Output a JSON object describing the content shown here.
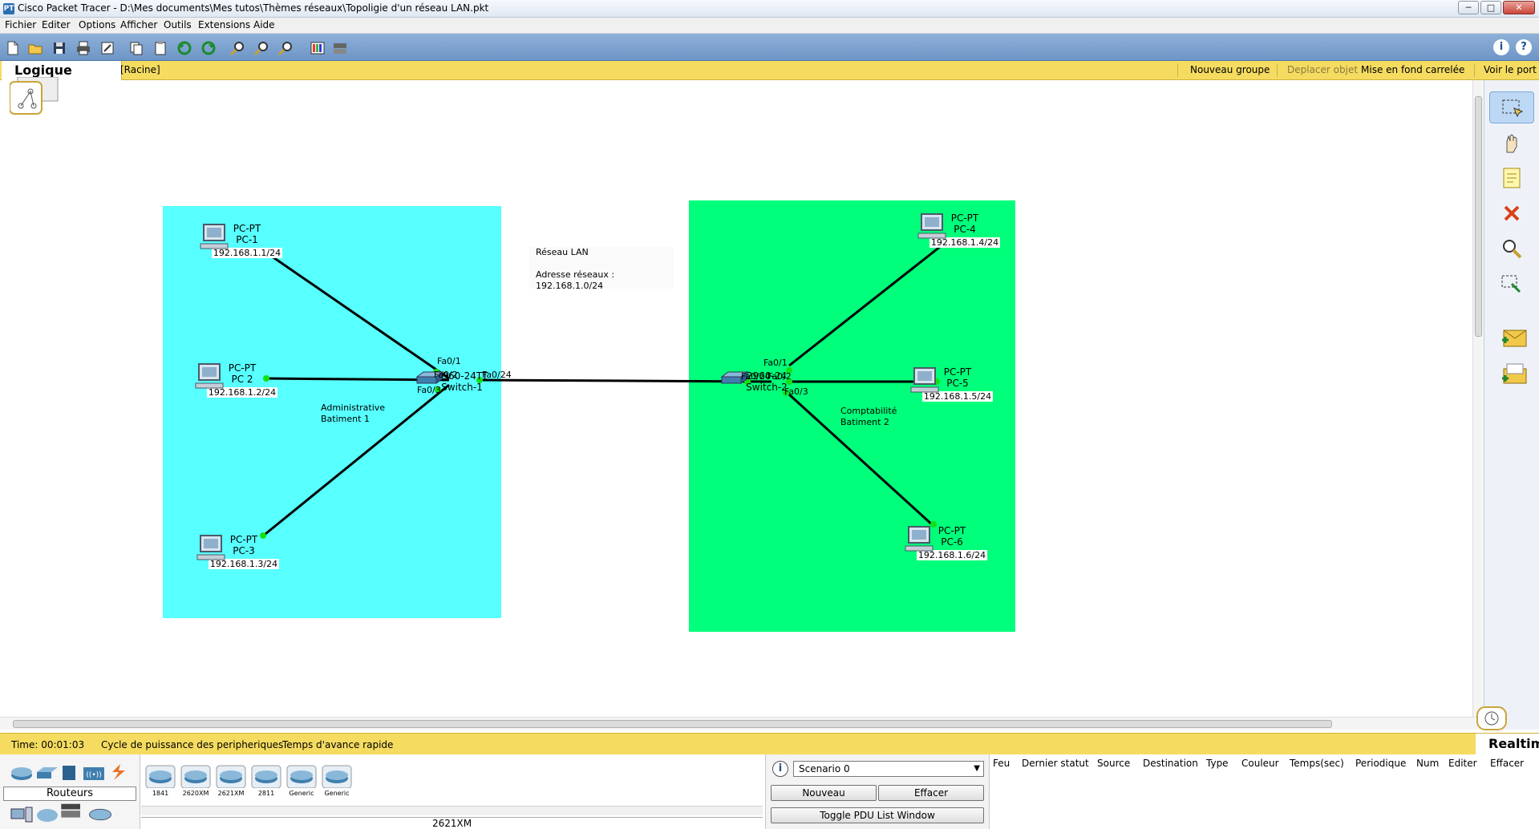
{
  "window": {
    "title": "Cisco Packet Tracer - D:\\Mes documents\\Mes tutos\\Thèmes réseaux\\Topoligie d'un réseau LAN.pkt",
    "minimize": "─",
    "maximize": "□",
    "close": "✕"
  },
  "menu": [
    "Fichier",
    "Editer",
    "Options",
    "Afficher",
    "Outils",
    "Extensions",
    "Aide"
  ],
  "workspace_bar": {
    "tab": "Logique",
    "root": "[Racine]",
    "new_group": "Nouveau groupe",
    "move_object": "Deplacer objet",
    "tiled_background": "Mise en fond carrelée",
    "view_port": "Voir le port"
  },
  "note": {
    "line1": "Réseau LAN",
    "line2": "Adresse réseaux : 192.168.1.0/24"
  },
  "areas": [
    {
      "line1": "Administrative",
      "line2": "Batiment 1",
      "color": "#58ffff"
    },
    {
      "line1": "Comptabilité",
      "line2": "Batiment 2",
      "color": "#00ff7a"
    }
  ],
  "devices": [
    {
      "type": "PC-PT",
      "name": "PC-1",
      "ip": "192.168.1.1/24"
    },
    {
      "type": "PC-PT",
      "name": "PC 2",
      "ip": "192.168.1.2/24"
    },
    {
      "type": "PC-PT",
      "name": "PC-3",
      "ip": "192.168.1.3/24"
    },
    {
      "type": "PC-PT",
      "name": "PC-4",
      "ip": "192.168.1.4/24"
    },
    {
      "type": "PC-PT",
      "name": "PC-5",
      "ip": "192.168.1.5/24"
    },
    {
      "type": "PC-PT",
      "name": "PC-6",
      "ip": "192.168.1.6/24"
    }
  ],
  "switches": [
    {
      "model": "2960-24TT",
      "name": "Switch-1"
    },
    {
      "model": "2960-24",
      "name": "Switch-2"
    }
  ],
  "interfaces": {
    "s1_fa01": "Fa0/1",
    "s1_fa02": "Fa0/2",
    "s1_fa03": "Fa0/3",
    "s1_fa024": "Fa0/24",
    "s2_fa01": "Fa0/1",
    "s2_fa02": "Fa0/2",
    "s2_fa03": "Fa0/3",
    "s2_fa024": "Fa0/24"
  },
  "status": {
    "time": "Time: 00:01:03",
    "power_cycle": "Cycle de puissance des peripheriques",
    "fast_forward": "Temps d'avance rapide",
    "mode": "Realtime"
  },
  "bottom": {
    "category": "Routeurs",
    "device_models": [
      "1841",
      "2620XM",
      "2621XM",
      "2811",
      "Generic",
      "Generic"
    ],
    "selected_model": "2621XM",
    "scenario": "Scenario 0",
    "new_btn": "Nouveau",
    "delete_btn": "Effacer",
    "toggle_btn": "Toggle PDU List Window",
    "pdu_columns": [
      "Feu",
      "Dernier statut",
      "Source",
      "Destination",
      "Type",
      "Couleur",
      "Temps(sec)",
      "Periodique",
      "Num",
      "Editer",
      "Effacer"
    ]
  },
  "colors": {
    "accent_bar": "#f5dc60",
    "toolbar": "#7aa0cf",
    "link": "#000000",
    "link_up": "#13e013"
  }
}
